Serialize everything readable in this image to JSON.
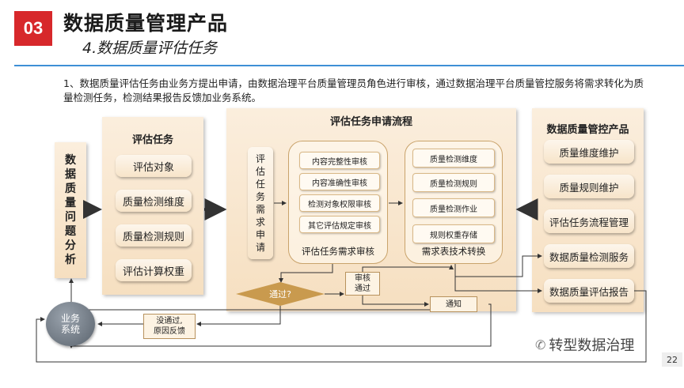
{
  "header": {
    "number": "03",
    "title": "数据质量管理产品",
    "subtitle": "4.数据质量评估任务"
  },
  "description": "1、数据质量评估任务由业务方提出申请，由数据治理平台质量管理员角色进行审核，通过数据治理平台质量管控服务将需求转化为质量检测任务，检测结果报告反馈加业务系统。",
  "problem_analysis": [
    "数",
    "据",
    "质",
    "量",
    "问",
    "题",
    "分",
    "析"
  ],
  "assessment_task": {
    "title": "评估任务",
    "items": [
      "评估对象",
      "质量检测维度",
      "质量检测规则",
      "评估计算权重"
    ]
  },
  "apply_flow": {
    "title": "评估任务申请流程",
    "request_vertical": [
      "评",
      "估",
      "任",
      "务",
      "需",
      "求",
      "申",
      "请"
    ],
    "review_items": [
      "内容完整性审核",
      "内容准确性审核",
      "检测对象权限审核",
      "其它评估规定审核"
    ],
    "review_label": "评估任务需求审核",
    "convert_items": [
      "质量检测维度",
      "质量检测规则",
      "质量检测作业",
      "规则权重存储"
    ],
    "convert_label": "需求表技术转换",
    "decision": "通过?",
    "approved": "审核\n通过",
    "notify": "通知"
  },
  "control_product": {
    "title": "数据质量管控产品",
    "items": [
      "质量维度维护",
      "质量规则维护",
      "评估任务流程管理",
      "数据质量检测服务",
      "数据质量评估报告"
    ]
  },
  "business_system": "业务\n系统",
  "rejected": "没通过,\n原因反馈",
  "watermark": "转型数据治理",
  "page_number": "22",
  "colors": {
    "badge": "#d7282b",
    "header_line": "#3e8fd6",
    "diamond": "#c99a4e"
  }
}
